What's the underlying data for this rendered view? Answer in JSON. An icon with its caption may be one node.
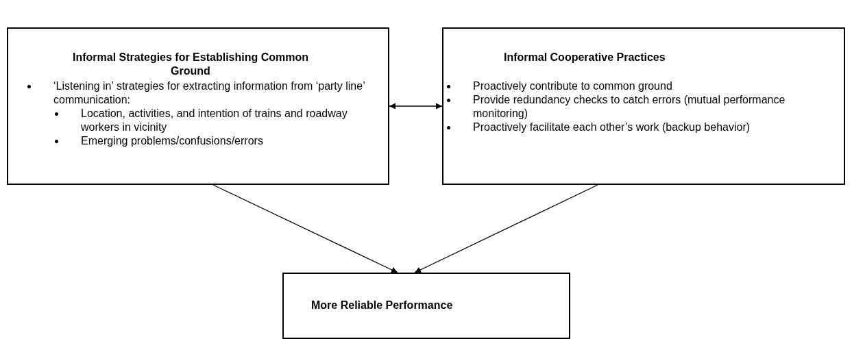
{
  "diagram": {
    "nodes": [
      {
        "text": [
          "Informal Strategies for Establishing Common Ground",
          "‘Listening in’ strategies for extracting information from ‘party line’ communication:",
          "Location, activities, and intention of trains and roadway workers in vicinity",
          "Emerging problems/confusions/errors"
        ]
      },
      {
        "text": [
          "Informal Cooperative Practices",
          "Proactively contribute to common ground",
          "Provide redundancy checks to catch errors (mutual performance monitoring)",
          "Proactively facilitate each other’s work (backup behavior)"
        ]
      },
      {
        "text": [
          "More Reliable Performance"
        ]
      }
    ],
    "edges": [
      {
        "from": 0,
        "to": 1,
        "arrow": "both"
      },
      {
        "from": 0,
        "to": 2,
        "arrow": "to"
      },
      {
        "from": 1,
        "to": 2,
        "arrow": "to"
      }
    ]
  }
}
